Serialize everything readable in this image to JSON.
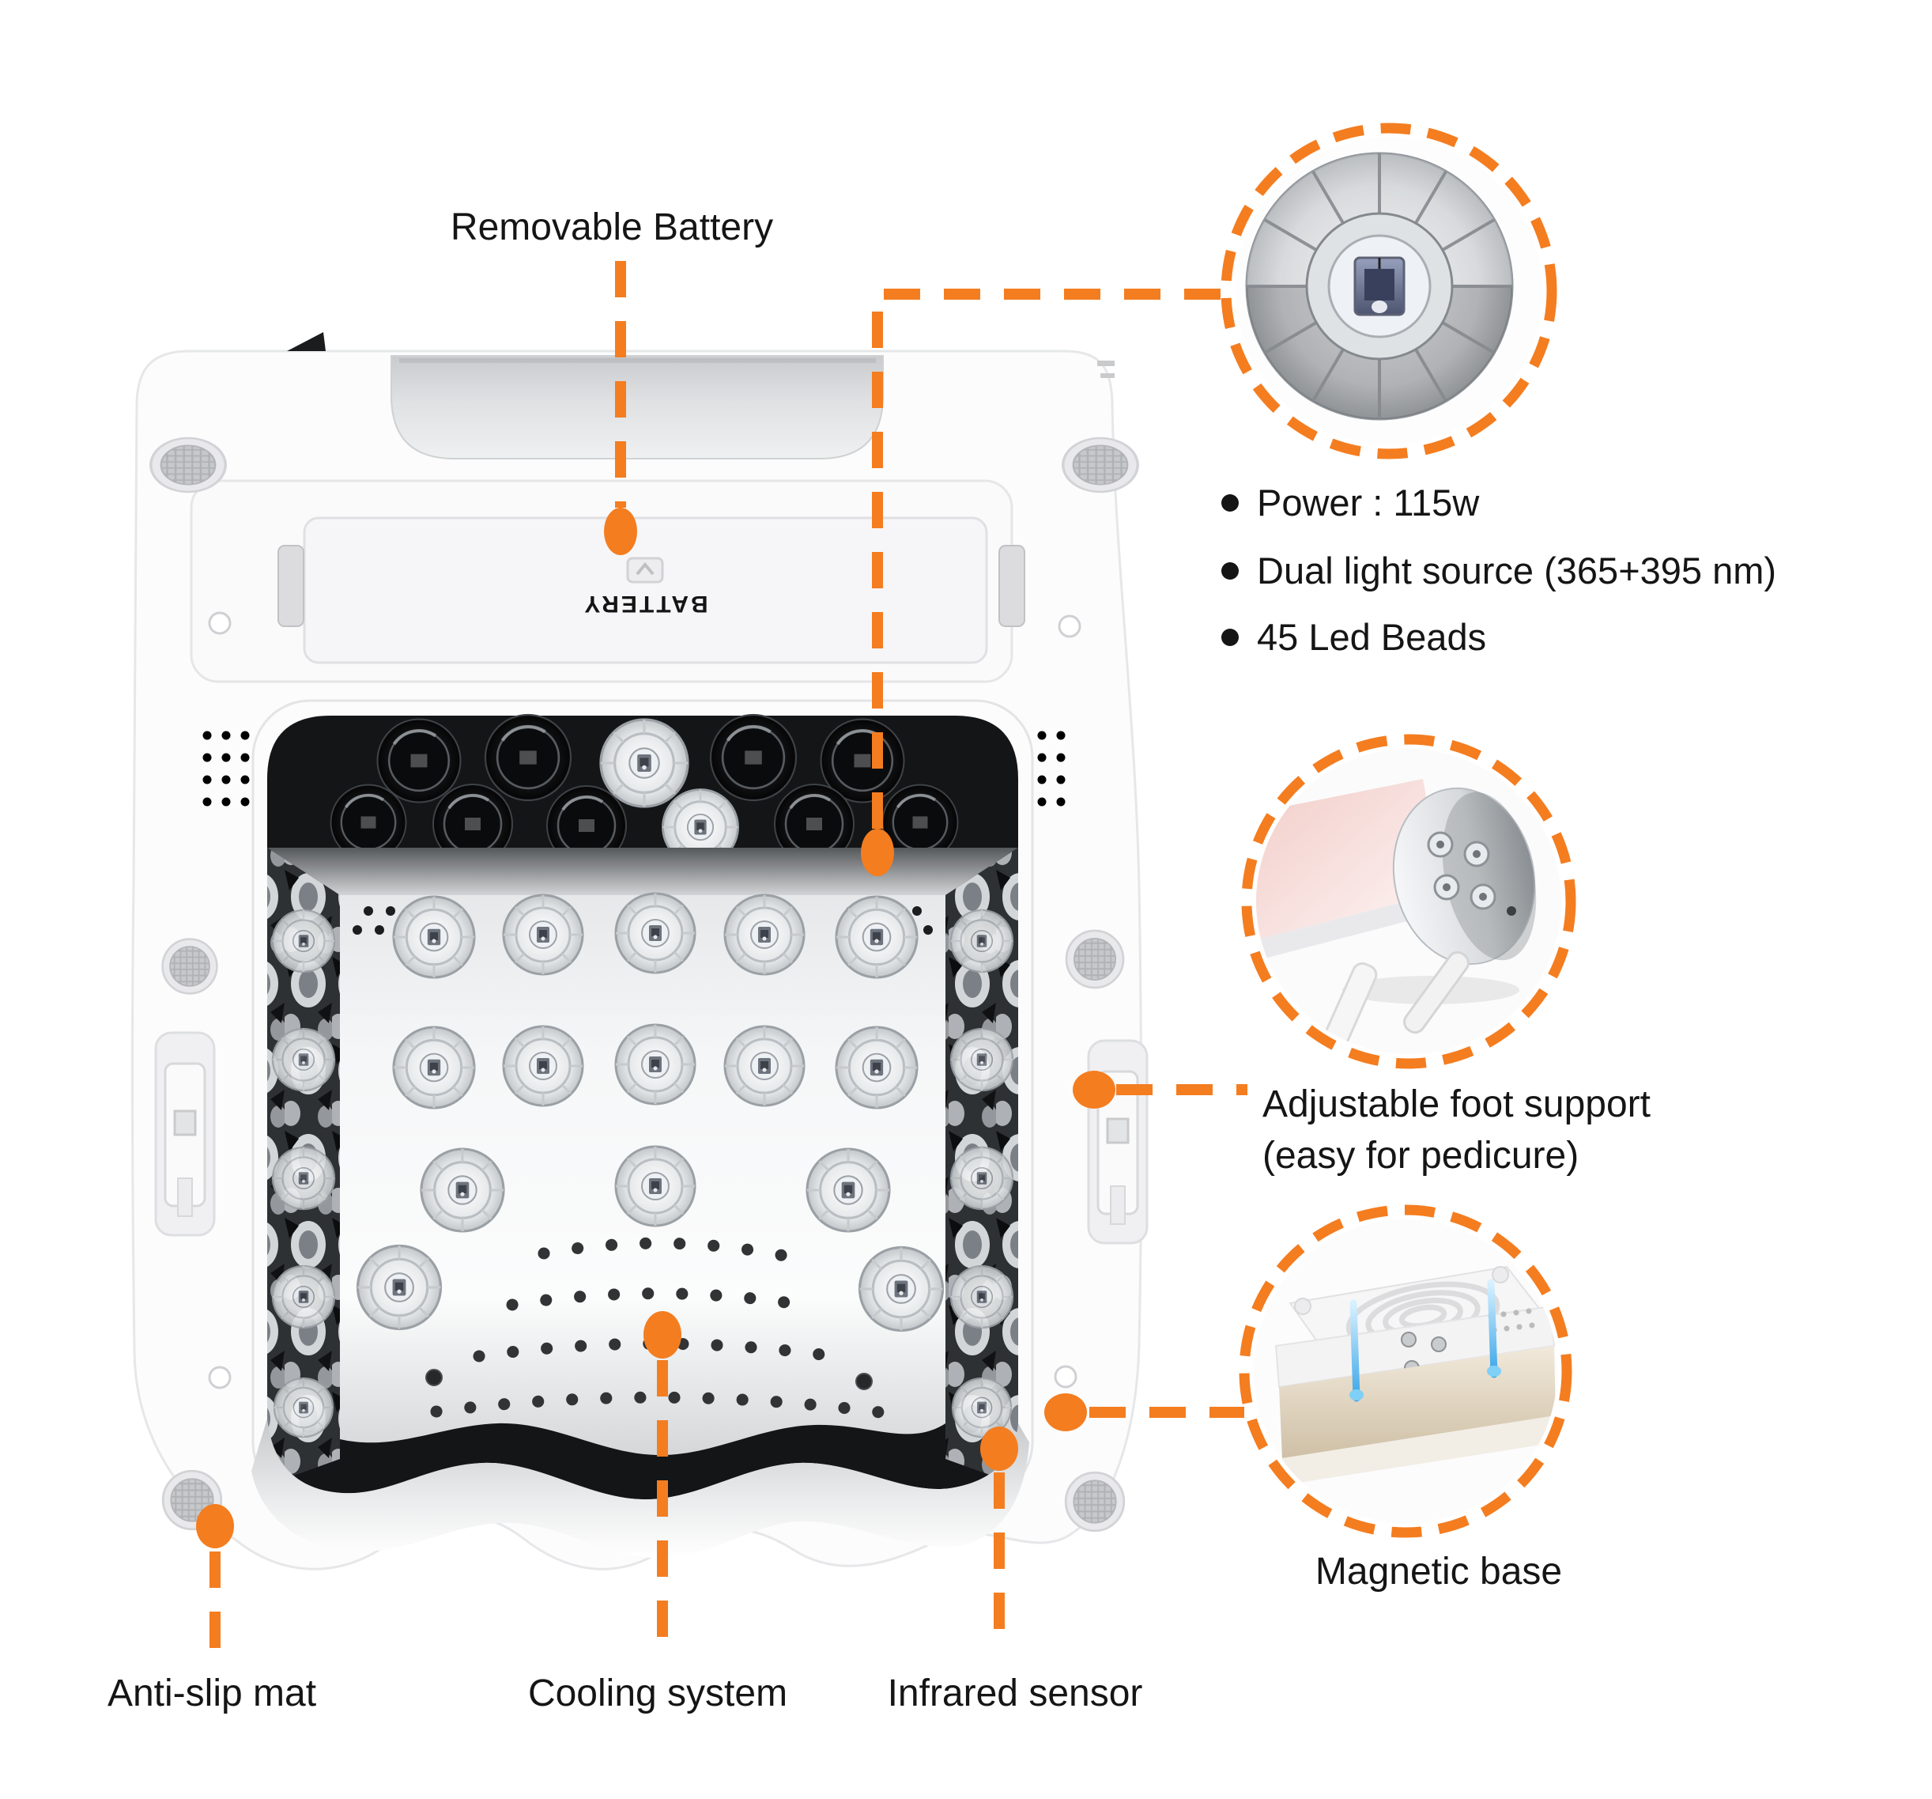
{
  "colors": {
    "accent": "#F47D20",
    "text": "#151515",
    "chrome_dark": "#141517"
  },
  "product": {
    "battery_cover_label": "BATTERY"
  },
  "callouts": {
    "battery": {
      "label": "Removable Battery"
    },
    "led": {
      "bullets": [
        "Power :  115w",
        "Dual light source (365+395 nm)",
        "45 Led Beads"
      ]
    },
    "foot": {
      "line1": "Adjustable foot support",
      "line2": "(easy for pedicure)"
    },
    "magnet": {
      "label": "Magnetic base"
    },
    "antislip": {
      "label": "Anti-slip mat"
    },
    "cooling": {
      "label": "Cooling system"
    },
    "infrared": {
      "label": "Infrared sensor"
    }
  }
}
